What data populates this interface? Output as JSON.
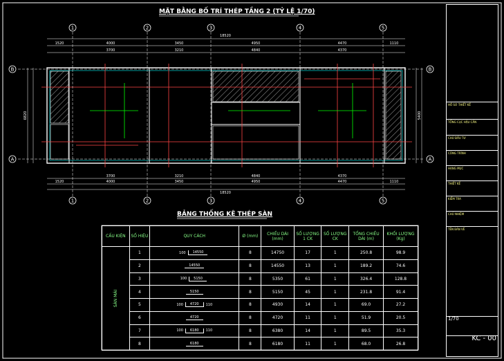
{
  "titles": {
    "plan": "MẶT BẰNG BỐ TRÍ THÉP TẦNG 2 (TỶ LỆ 1/70)",
    "table": "BẢNG THỐNG KÊ THÉP SÀN"
  },
  "grid": {
    "columns": [
      "1",
      "2",
      "3",
      "4",
      "5"
    ],
    "rows": [
      "B",
      "A"
    ],
    "overall_dim": "18520",
    "top_dims_outer": [
      "1520",
      "4000",
      "3450",
      "4950",
      "4470",
      "1110"
    ],
    "top_dims_inner": [
      "3700",
      "3210",
      "4840",
      "4370"
    ],
    "side_dims": [
      "6820",
      "5400"
    ]
  },
  "table": {
    "headers": [
      "CẤU KIỆN",
      "SỐ HIỆU",
      "QUY CÁCH",
      "Ø (mm)",
      "CHIỀU DÀI (mm)",
      "SỐ LƯỢNG 1 CK",
      "SỐ LƯỢNG CK",
      "TỔNG CHIỀU DÀI (m)",
      "KHỐI LƯỢNG (Kg)"
    ],
    "member": "SÀN MÁI",
    "rows": [
      {
        "no": "1",
        "left": "100",
        "shape": "14550",
        "right": "",
        "d": "8",
        "len": "14750",
        "n1": "17",
        "nck": "1",
        "total": "250.8",
        "kg": "98.9"
      },
      {
        "no": "2",
        "left": "",
        "shape": "14550",
        "right": "",
        "d": "8",
        "len": "14550",
        "n1": "13",
        "nck": "1",
        "total": "189.2",
        "kg": "74.6"
      },
      {
        "no": "3",
        "left": "100",
        "shape": "5150",
        "right": "",
        "d": "8",
        "len": "5350",
        "n1": "61",
        "nck": "1",
        "total": "326.4",
        "kg": "128.8"
      },
      {
        "no": "4",
        "left": "",
        "shape": "5150",
        "right": "",
        "d": "8",
        "len": "5150",
        "n1": "45",
        "nck": "1",
        "total": "231.8",
        "kg": "91.4"
      },
      {
        "no": "5",
        "left": "100",
        "shape": "4720",
        "right": "110",
        "d": "8",
        "len": "4930",
        "n1": "14",
        "nck": "1",
        "total": "69.0",
        "kg": "27.2"
      },
      {
        "no": "6",
        "left": "",
        "shape": "4720",
        "right": "",
        "d": "8",
        "len": "4720",
        "n1": "11",
        "nck": "1",
        "total": "51.9",
        "kg": "20.5"
      },
      {
        "no": "7",
        "left": "100",
        "shape": "6180",
        "right": "110",
        "d": "8",
        "len": "6380",
        "n1": "14",
        "nck": "1",
        "total": "89.5",
        "kg": "35.3"
      },
      {
        "no": "8",
        "left": "",
        "shape": "6180",
        "right": "",
        "d": "8",
        "len": "6180",
        "n1": "11",
        "nck": "1",
        "total": "68.0",
        "kg": "26.8"
      }
    ]
  },
  "title_block": {
    "drawing_no": "KC - 00",
    "rows": [
      "HỒ SƠ THIẾT KẾ",
      "TỔNG CỤC HẬU CẦN",
      "CHỦ ĐẦU TƯ",
      "CÔNG TRÌNH",
      "HẠNG MỤC",
      "THIẾT KẾ",
      "KIỂM TRA",
      "CHỦ NHIỆM",
      "TÊN BẢN VẼ"
    ],
    "scale": "1/70"
  }
}
